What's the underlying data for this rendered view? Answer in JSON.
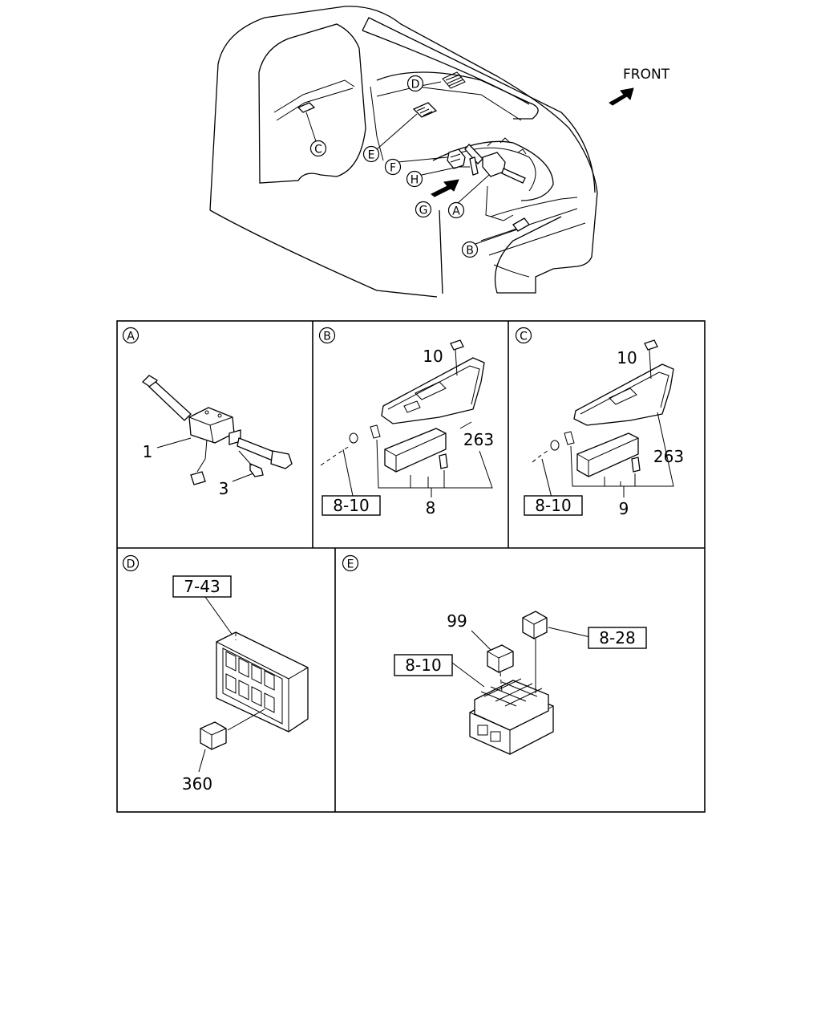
{
  "overview": {
    "front_label": "FRONT",
    "callouts": {
      "A": "A",
      "B": "B",
      "C": "C",
      "D": "D",
      "E": "E",
      "F": "F",
      "G": "G",
      "H": "H"
    }
  },
  "panels": {
    "A": {
      "label": "A",
      "parts": {
        "p1": "1",
        "p3": "3"
      }
    },
    "B": {
      "label": "B",
      "parts": {
        "p10": "10",
        "p263": "263",
        "p8": "8"
      },
      "ref": "8-10"
    },
    "C": {
      "label": "C",
      "parts": {
        "p10": "10",
        "p263": "263",
        "p9": "9"
      },
      "ref": "8-10"
    },
    "D": {
      "label": "D",
      "parts": {
        "p360": "360"
      },
      "ref": "7-43"
    },
    "E": {
      "label": "E",
      "parts": {
        "p99": "99"
      },
      "ref_left": "8-10",
      "ref_right": "8-28"
    }
  }
}
